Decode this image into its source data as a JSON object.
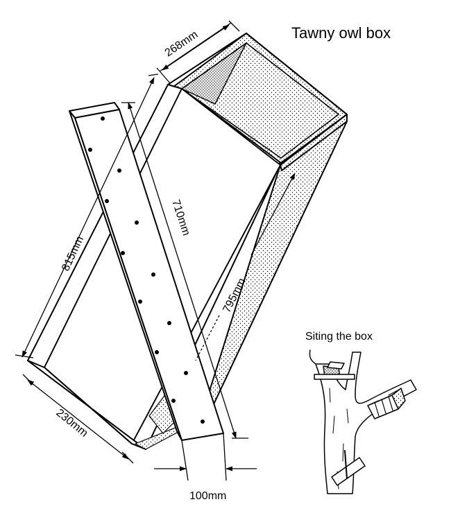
{
  "title": "Tawny owl box",
  "siting_caption": "Siting the box",
  "dimensions": {
    "width_top": "268mm",
    "side_length": "815mm",
    "inner_length": "710mm",
    "back_length": "795mm",
    "width_bottom": "230mm",
    "batten_width": "100mm"
  },
  "colors": {
    "ink": "#000000",
    "paper": "#ffffff"
  }
}
